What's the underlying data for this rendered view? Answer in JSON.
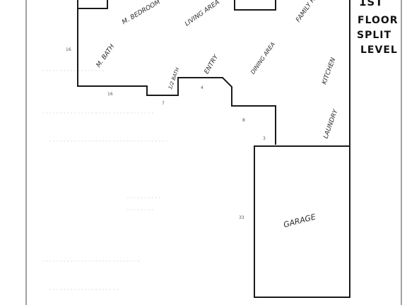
{
  "title": {
    "line1": "1ST",
    "line2": "FLOOR",
    "line3": "SPLIT",
    "line4": "LEVEL"
  },
  "rooms": {
    "bedroom": "M. BEDROOM",
    "living": "LIVING AREA",
    "family": "FAMILY ROOM",
    "bath": "M. BATH",
    "half_bath": "1/2 BATH",
    "entry": "ENTRY",
    "dining": "DINING AREA",
    "kitchen": "KITCHEN",
    "laundry": "LAUNDRY",
    "garage": "GARAGE"
  },
  "dimensions": {
    "d1": "16",
    "d2": "16",
    "d3": "7",
    "d4": "4",
    "d5": "8",
    "d6": "3",
    "d7": "33"
  }
}
